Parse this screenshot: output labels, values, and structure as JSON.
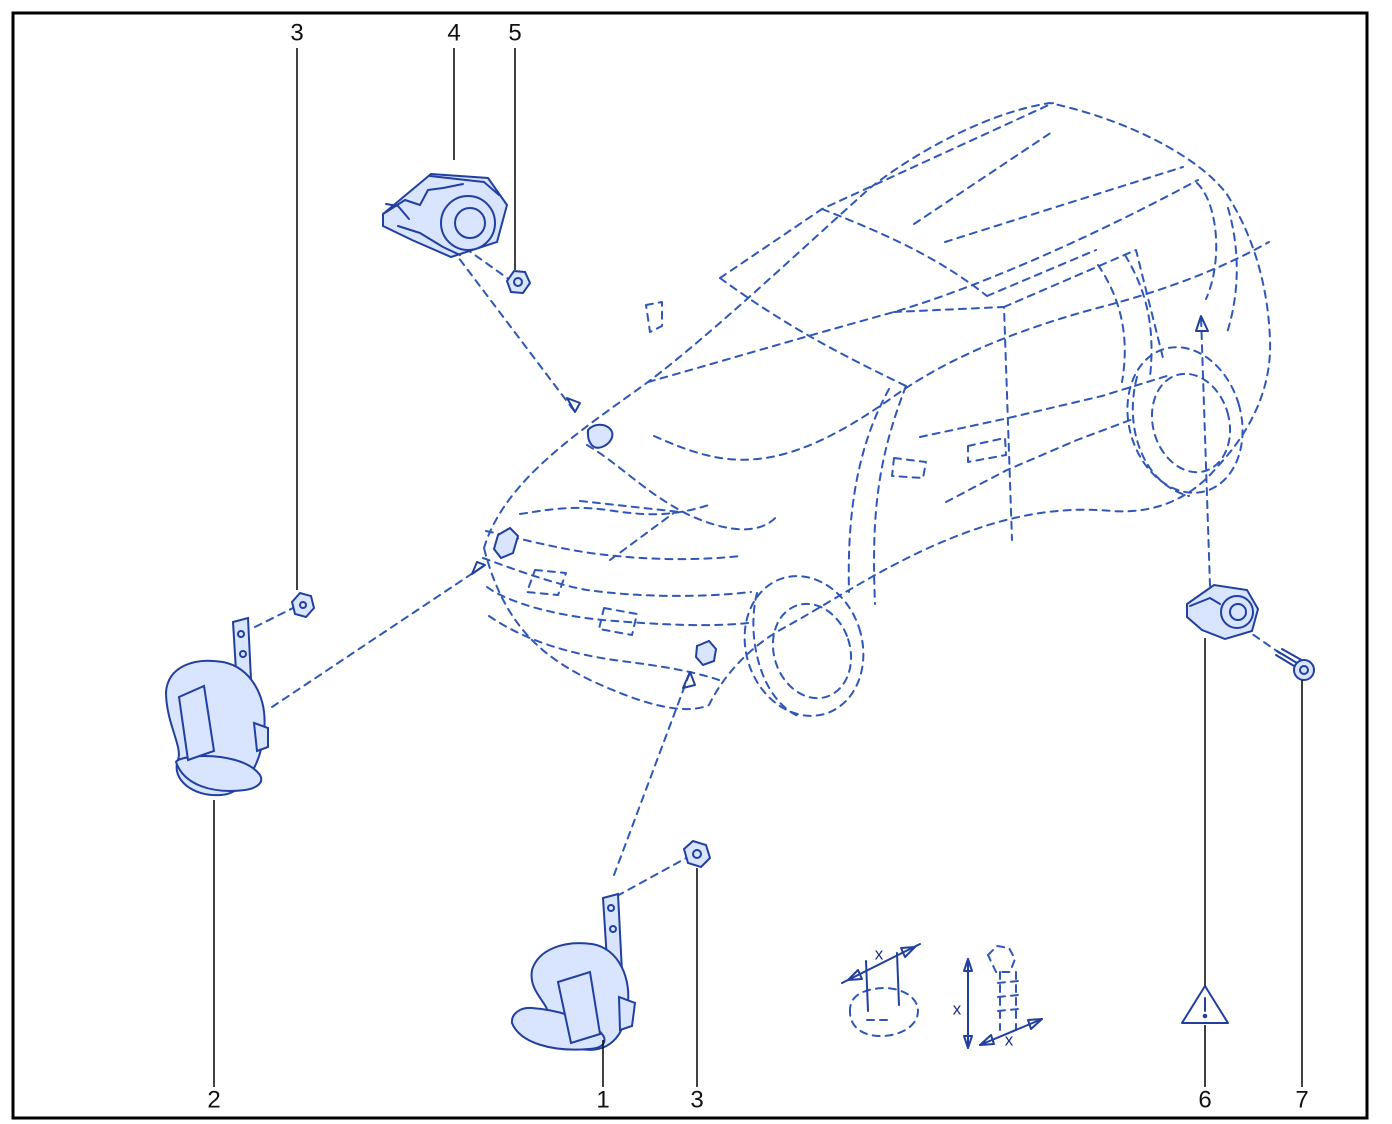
{
  "callouts": {
    "c1": "1",
    "c2": "2",
    "c3_top": "3",
    "c3_bottom": "3",
    "c4": "4",
    "c5": "5",
    "c6": "6",
    "c7": "7"
  },
  "dimension_labels": {
    "nut_x": "x",
    "bolt_x_vertical": "x",
    "bolt_x_bottom": "x"
  },
  "colors": {
    "line_blue": "#2f57b8",
    "part_blue": "#213f9f",
    "part_fill": "#d9e4ff",
    "callout_black": "#111111"
  },
  "icons": {
    "warning": "warning-triangle-icon"
  }
}
